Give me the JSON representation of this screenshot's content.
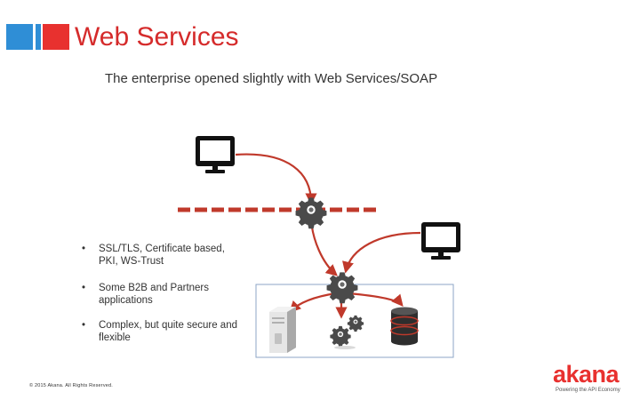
{
  "slide": {
    "title": "Web Services",
    "subtitle": "The enterprise opened slightly with Web Services/SOAP",
    "bullets": [
      {
        "marker": "•",
        "text": "SSL/TLS, Certificate based, PKI, WS-Trust"
      },
      {
        "marker": "•",
        "text": "Some B2B and Partners applications"
      },
      {
        "marker": "•",
        "text": "Complex, but quite secure and flexible"
      }
    ],
    "footer": "© 2015 Akana. All Rights Reserved."
  },
  "brand": {
    "logo_text": "akana",
    "tagline": "Powering the API Economy",
    "accent_color": "#e8312f",
    "title_color": "#d52b2b",
    "blue_color": "#2f8ed6"
  },
  "diagram": {
    "icons": [
      "monitor-icon",
      "monitor-icon",
      "gear-icon",
      "gear-icon",
      "server-icon",
      "gears-icon",
      "database-icon"
    ],
    "link_color": "#c0392b",
    "firewall_color": "#c0392b"
  }
}
